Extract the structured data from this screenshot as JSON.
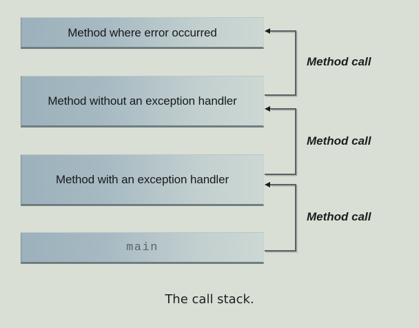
{
  "figure": {
    "caption": "The call stack.",
    "background_color": "#d9dfd5",
    "box_gradient_from": "#9cb1bc",
    "box_gradient_to": "#cdd8d4",
    "connector_color": "#5a6164",
    "text_color": "#17191a"
  },
  "stack": {
    "frames": [
      {
        "label": "Method where error occurred",
        "style": "sans",
        "order": 0
      },
      {
        "label": "Method without an exception handler",
        "style": "sans",
        "order": 1
      },
      {
        "label": "Method with an exception handler",
        "style": "sans",
        "order": 2
      },
      {
        "label": "main",
        "style": "mono",
        "order": 3
      }
    ]
  },
  "connectors": [
    {
      "label": "Method call",
      "from_frame": 1,
      "to_frame": 0
    },
    {
      "label": "Method call",
      "from_frame": 2,
      "to_frame": 1
    },
    {
      "label": "Method call",
      "from_frame": 3,
      "to_frame": 2
    }
  ]
}
